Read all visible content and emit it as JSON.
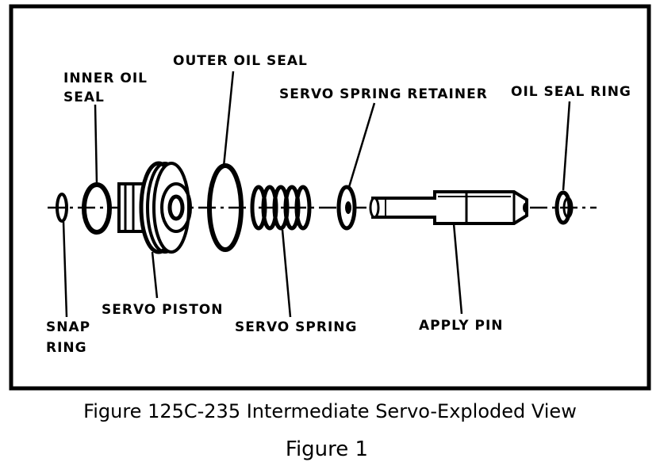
{
  "labels": {
    "inner_oil_seal_1": "INNER OIL",
    "inner_oil_seal_2": "SEAL",
    "outer_oil_seal": "OUTER OIL SEAL",
    "servo_spring_retainer": "SERVO SPRING RETAINER",
    "oil_seal_ring": "OIL SEAL RING",
    "servo_piston": "SERVO PISTON",
    "snap_ring_1": "SNAP",
    "snap_ring_2": "RING",
    "servo_spring": "SERVO SPRING",
    "apply_pin": "APPLY PIN"
  },
  "caption": "Figure 125C-235 Intermediate Servo-Exploded View",
  "figure_number": "Figure 1"
}
